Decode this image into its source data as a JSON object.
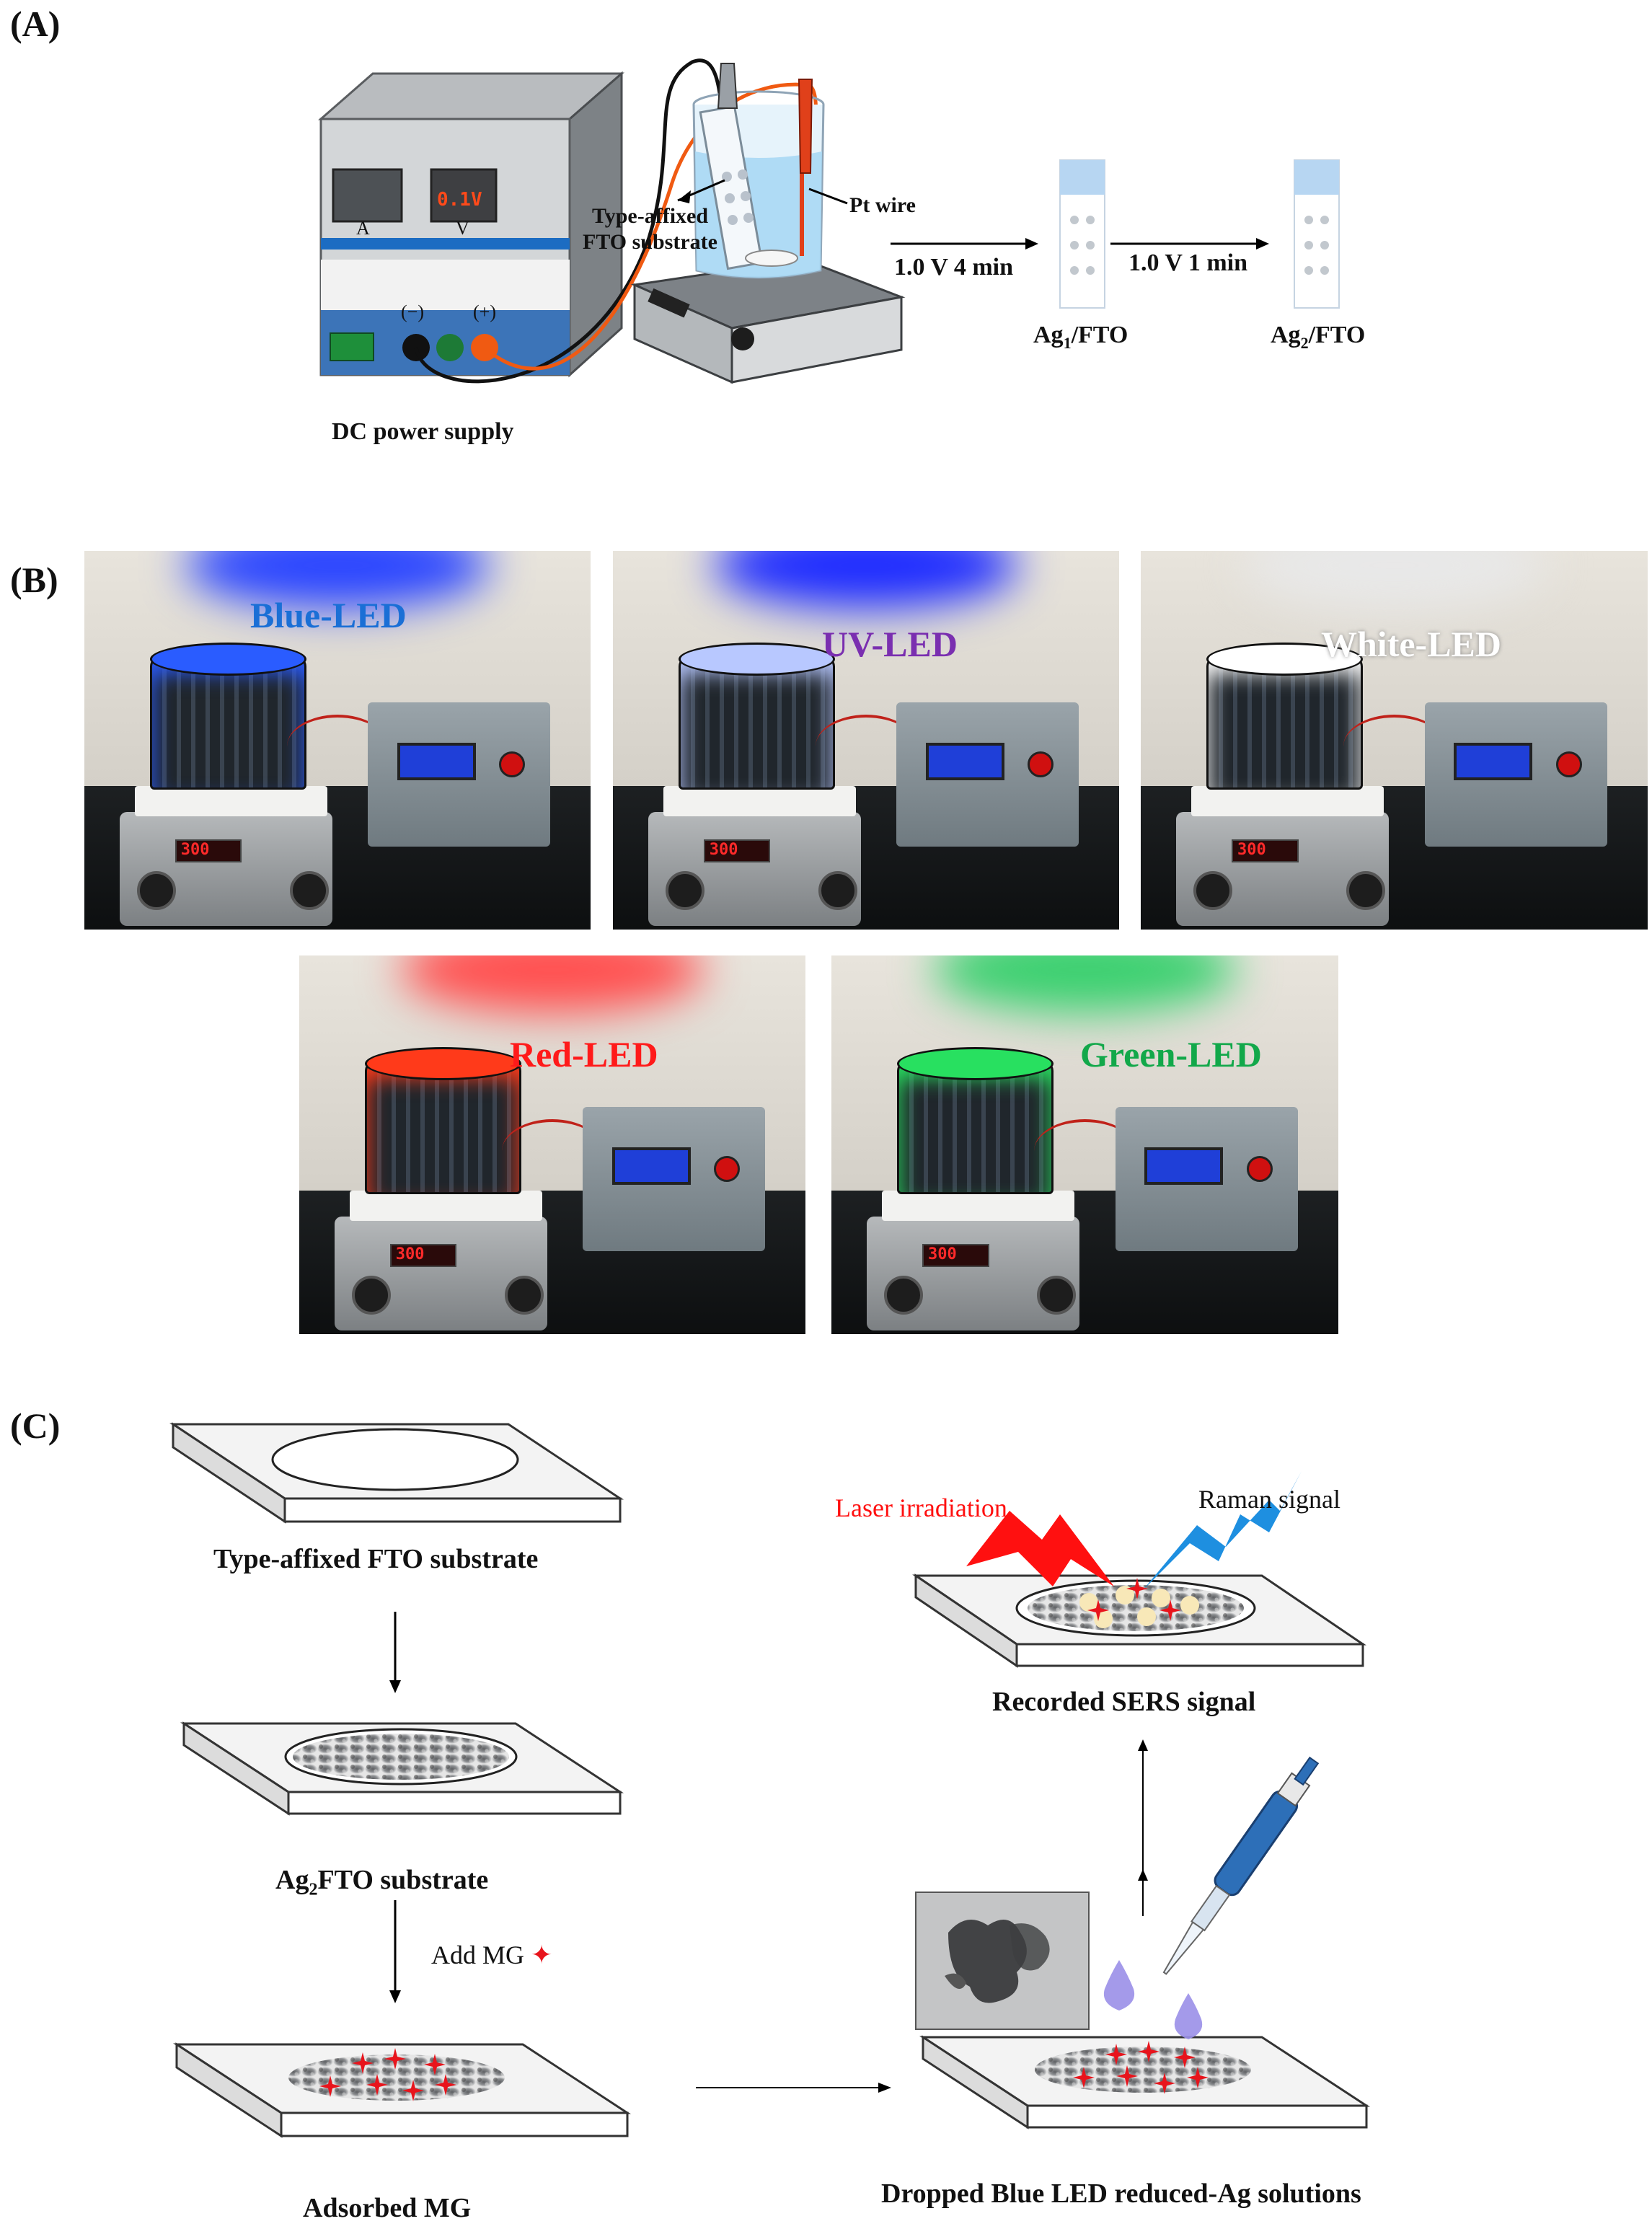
{
  "panel_a": {
    "label": "(A)",
    "power_supply_label": "DC power supply",
    "display_a_letter": "A",
    "display_v_letter": "V",
    "display_voltage": "0.1V",
    "terminal_neg": "(−)",
    "terminal_pos": "(+)",
    "substrate_label_line1": "Type-affixed",
    "substrate_label_line2": "FTO substrate",
    "pt_wire_label": "Pt wire",
    "step1_label": "1.0 V 4 min",
    "step2_label": "1.0 V 1 min",
    "product1_main": "Ag",
    "product1_sub": "1",
    "product1_tail": "/FTO",
    "product2_main": "Ag",
    "product2_sub": "2",
    "product2_tail": "/FTO"
  },
  "panel_b": {
    "label": "(B)",
    "stirrer_readout": "300",
    "photos": [
      {
        "label": "Blue-LED",
        "color": "#1a6fd6",
        "glow": "#2a45ff",
        "light": "#2a5cff"
      },
      {
        "label": "UV-LED",
        "color": "#7a2fb0",
        "glow": "#1e2cff",
        "light": "#b8c8ff"
      },
      {
        "label": "White-LED",
        "color": "#ffffff",
        "glow": "#e8e8e8",
        "light": "#ffffff"
      },
      {
        "label": "Red-LED",
        "color": "#ff1a1a",
        "glow": "#ff5050",
        "light": "#ff3a1a"
      },
      {
        "label": "Green-LED",
        "color": "#12a84a",
        "glow": "#3cd070",
        "light": "#28e060"
      }
    ]
  },
  "panel_c": {
    "label": "(C)",
    "step1": "Type-affixed FTO substrate",
    "step2_main": "Ag",
    "step2_sub": "2",
    "step2_tail": "FTO substrate",
    "add_label": "Add MG",
    "step3": "Adsorbed MG",
    "step4": "Dropped Blue LED reduced-Ag solutions",
    "step5": "Recorded SERS signal",
    "laser_label": "Laser irradiation",
    "raman_label": "Raman signal",
    "colors": {
      "laser": "#ff1010",
      "raman": "#1e8fe0",
      "marker": "#e8141c"
    }
  }
}
